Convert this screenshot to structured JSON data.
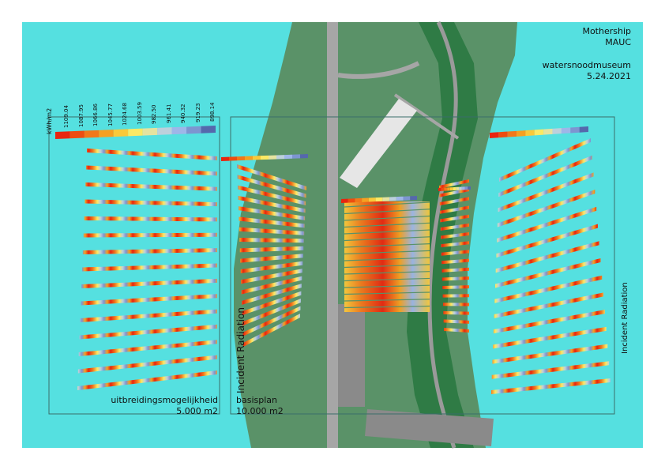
{
  "header": {
    "line1": "Mothership",
    "line2": "MAUC",
    "line3": "watersnoodmuseum",
    "date": "5.24.2021"
  },
  "legend": {
    "unit": "kWh/m2",
    "values": [
      "1109.04",
      "1087.95",
      "1066.86",
      "1045.77",
      "1024.68",
      "1003.59",
      "982.50",
      "961.41",
      "940.32",
      "919.23",
      "898.14"
    ],
    "colors": [
      "#e8250f",
      "#ee4d10",
      "#f2781a",
      "#f6a020",
      "#f9c93a",
      "#fbe964",
      "#e5e3a0",
      "#bcd0dc",
      "#9eb6e8",
      "#7d95d0",
      "#5568ac"
    ]
  },
  "panels": {
    "left": {
      "title": "uitbreidingsmogelijkheid",
      "area": "5.000 m2"
    },
    "middle": {
      "title": "basisplan",
      "area": "10.000 m2"
    }
  },
  "labels": {
    "incident_radiation": "Incident Radiation"
  },
  "colors": {
    "water": "#55e0e0",
    "land": "#5a9268",
    "river_bank": "#2f7b45",
    "road": "#a6a6a6",
    "building": "#e6e6e6"
  }
}
